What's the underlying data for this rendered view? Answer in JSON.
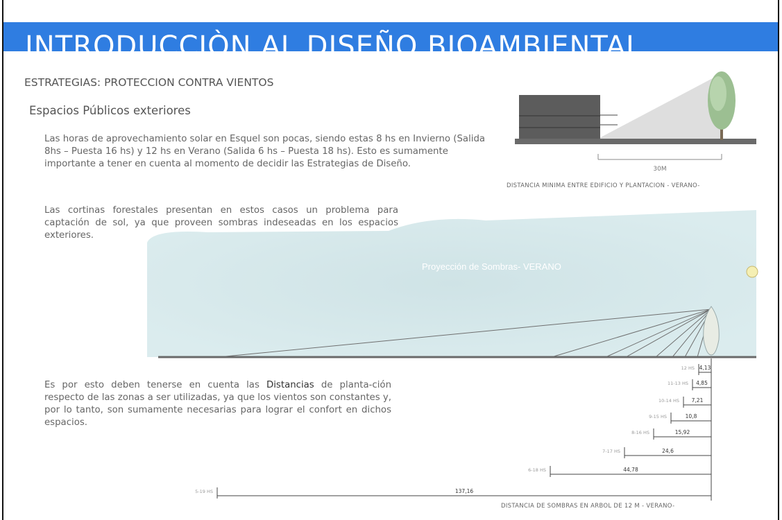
{
  "header": {
    "title": "INTRODUCCIÒN AL DISEÑO BIOAMBIENTAL"
  },
  "section_title": "ESTRATEGIAS:  PROTECCION CONTRA VIENTOS",
  "subsection_title": "Espacios Públicos exteriores",
  "paragraphs": {
    "p1": "Las horas de aprovechamiento solar en Esquel son pocas, siendo estas 8 hs en Invierno (Salida 8hs – Puesta 16 hs) y 12 hs en Verano (Salida 6 hs – Puesta 18 hs). Esto es sumamente importante a tener en cuenta al momento de decidir las Estrategias de Diseño.",
    "p2": "Las cortinas forestales presentan en estos casos un problema para captación de sol, ya que proveen sombras indeseadas en los espacios exteriores.",
    "p3_before": "Es por esto deben tenerse en cuenta las ",
    "p3_bold": "Distancias",
    "p3_after": " de planta-ción respecto de las zonas a ser utilizadas, ya que los vientos son constantes y, por lo tanto, son sumamente necesarias para lograr el confort en dichos espacios."
  },
  "diagram_top": {
    "distance_label": "30M",
    "caption": "DISTANCIA MINIMA ENTRE EDIFICIO Y PLANTACION - VERANO-"
  },
  "diagram_shadows": {
    "label": "Proyección de Sombras- VERANO",
    "caption": "DISTANCIA DE SOMBRAS EN ARBOL DE 12 M - VERANO-",
    "rows": [
      {
        "hours": "12 HS",
        "value": "4,13",
        "distance": 4.13
      },
      {
        "hours": "11-13 HS",
        "value": "4,85",
        "distance": 4.85
      },
      {
        "hours": "10-14 HS",
        "value": "7,21",
        "distance": 7.21
      },
      {
        "hours": "9-15 HS",
        "value": "10,8",
        "distance": 10.8
      },
      {
        "hours": "8-16 HS",
        "value": "15,92",
        "distance": 15.92
      },
      {
        "hours": "7-17 HS",
        "value": "24,6",
        "distance": 24.6
      },
      {
        "hours": "6-18 HS",
        "value": "44,78",
        "distance": 44.78
      },
      {
        "hours": "5-19 HS",
        "value": "137,16",
        "distance": 137.16
      }
    ]
  },
  "colors": {
    "banner": "#2f7de1",
    "sky": "#d3e7ea",
    "ground": "#666666"
  }
}
